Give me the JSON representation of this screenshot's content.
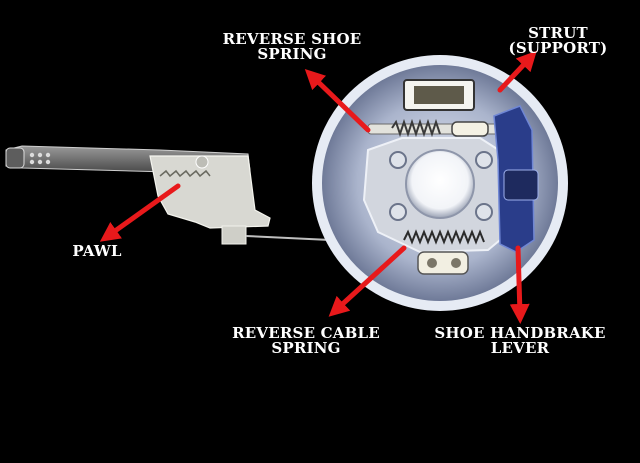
{
  "labels": {
    "reverse_shoe_spring": [
      "REVERSE SHOE",
      "SPRING"
    ],
    "strut": [
      "STRUT",
      "(SUPPORT)"
    ],
    "pawl": [
      "PAWL"
    ],
    "reverse_cable_spring": [
      "REVERSE CABLE",
      "SPRING"
    ],
    "shoe_handbrake_lever": [
      "SHOE HANDBRAKE",
      "LEVER"
    ]
  },
  "colors": {
    "background": "#000000",
    "arrow": "#e8191b",
    "label_text": "#ffffff",
    "drum": "#bcc6d8",
    "drum_edge": "#e9eef8",
    "drum_shadow": "#5c6886",
    "hub": "#ffffff",
    "plate": "#d0d4dc",
    "lever_dark": "#2a3d8a"
  }
}
